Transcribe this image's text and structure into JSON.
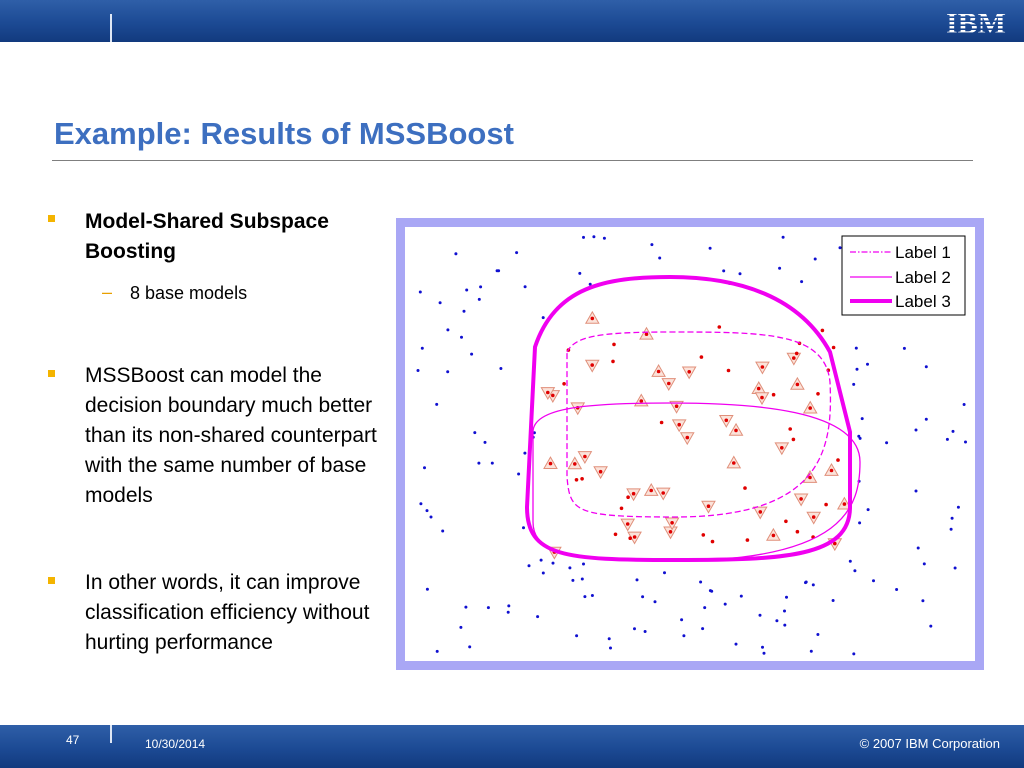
{
  "header": {
    "logo_text": "IBM"
  },
  "slide": {
    "title": "Example: Results of MSSBoost",
    "bullets": [
      {
        "text": "Model-Shared Subspace Boosting",
        "sub": "8 base models"
      },
      {
        "text": "MSSBoost can model the decision boundary much better than its non-shared counterpart with the same number of base models"
      },
      {
        "text": "In other words, it can improve classification efficiency without hurting performance"
      }
    ]
  },
  "legend": {
    "label1": "Label 1",
    "label2": "Label 2",
    "label3": "Label 3"
  },
  "colors": {
    "bar": "#1c4a94",
    "title": "#3d6fc0",
    "bullet": "#f4b400",
    "frame": "#a9a7f5",
    "magenta": "#f000f0",
    "positives": "#e00000",
    "negatives": "#1010d0"
  },
  "footer": {
    "page": "47",
    "date": "10/30/2014",
    "copyright": "© 2007 IBM Corporation"
  }
}
